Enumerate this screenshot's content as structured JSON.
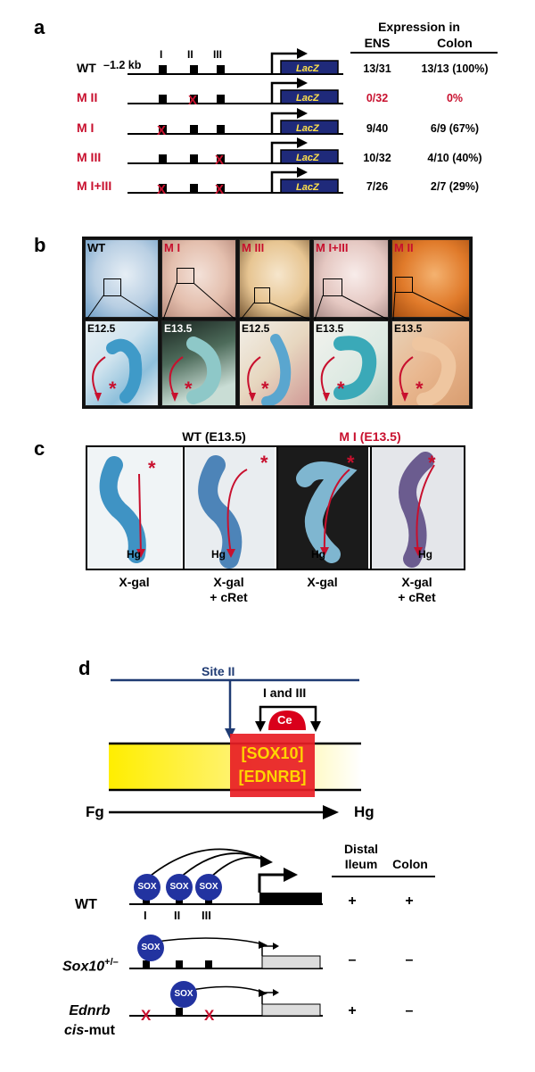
{
  "panel_a": {
    "label": "a",
    "header_title": "Expression in",
    "col_ens": "ENS",
    "col_colon": "Colon",
    "distance_label": "–1.2 kb",
    "site_labels": [
      "I",
      "II",
      "III"
    ],
    "reporter": "LacZ",
    "rows": [
      {
        "label": "WT",
        "ens": "13/31",
        "colon": "13/13 (100%)"
      },
      {
        "label": "M II",
        "ens": "0/32",
        "colon": "0%"
      },
      {
        "label": "M I",
        "ens": "9/40",
        "colon": "6/9 (67%)"
      },
      {
        "label": "M III",
        "ens": "10/32",
        "colon": "4/10 (40%)"
      },
      {
        "label": "M I+III",
        "ens": "7/26",
        "colon": "2/7 (29%)"
      }
    ]
  },
  "panel_b": {
    "label": "b",
    "top_labels": [
      "WT",
      "M I",
      "M III",
      "M I+III",
      "M II"
    ],
    "stage_labels": [
      "E12.5",
      "E13.5",
      "E12.5",
      "E13.5",
      "E13.5"
    ],
    "star": "*"
  },
  "panel_c": {
    "label": "c",
    "group_wt": "WT (E13.5)",
    "group_mi": "M I (E13.5)",
    "hg": "Hg",
    "captions": [
      "X-gal",
      "X-gal\n+ cRet",
      "X-gal",
      "X-gal\n+ cRet"
    ],
    "star": "*"
  },
  "panel_d": {
    "label": "d",
    "site_ii": "Site II",
    "i_and_iii": "I and III",
    "ce": "Ce",
    "box_line1": "[SOX10]",
    "box_line2": "[EDNRB]",
    "fg": "Fg",
    "hg": "Hg",
    "col_distal": "Distal\nIleum",
    "col_colon": "Colon",
    "sox": "SOX",
    "site_labels": [
      "I",
      "II",
      "III"
    ],
    "rows": [
      {
        "label": "WT",
        "distal": "+",
        "colon": "+"
      },
      {
        "label_main": "Sox10",
        "label_sup": "+/–",
        "distal": "–",
        "colon": "–"
      },
      {
        "label_line1": "Ednrb",
        "label_line2_italic": "cis",
        "label_line2_rest": "-mut",
        "distal": "+",
        "colon": "–"
      }
    ]
  },
  "colors": {
    "accent_red": "#c8102e",
    "navy": "#1f3b73",
    "sox_blue": "#2233a0",
    "xgal_blue": "#4a9cc9",
    "yellow": "#ffee00"
  }
}
